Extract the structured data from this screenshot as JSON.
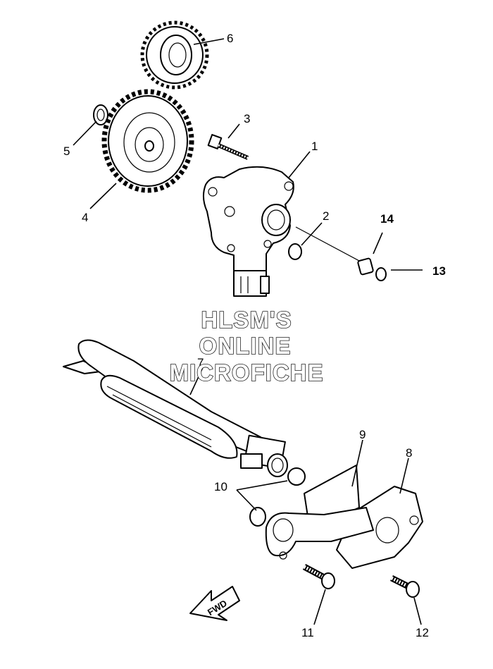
{
  "watermark": {
    "line1": "HLSM'S",
    "line2": "ONLINE",
    "line3": "MICROFICHE"
  },
  "fwd_label": "FWD",
  "callouts": {
    "c1": "1",
    "c2": "2",
    "c3": "3",
    "c4": "4",
    "c5": "5",
    "c6": "6",
    "c7": "7",
    "c8": "8",
    "c9": "9",
    "c10": "10",
    "c11": "11",
    "c12": "12",
    "c13": "13",
    "c14": "14"
  },
  "colors": {
    "ink": "#000000",
    "paper": "#ffffff"
  }
}
